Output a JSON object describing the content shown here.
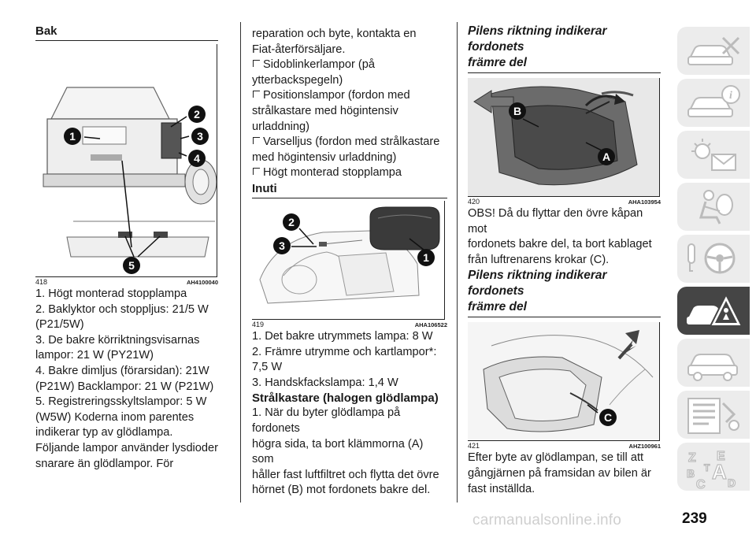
{
  "col1": {
    "heading": "Bak",
    "figure": {
      "number": "418",
      "code": "AH4100040",
      "callouts": [
        "1",
        "2",
        "3",
        "4",
        "5"
      ]
    },
    "lines": [
      "1. Högt monterad stopplampa",
      "2. Baklyktor och stoppljus: 21/5 W",
      "(P21/5W)",
      "3. De bakre körriktningsvisarnas",
      "lampor: 21 W (PY21W)",
      "4. Bakre dimljus (förarsidan): 21W",
      "(P21W) Backlampor: 21 W (P21W)",
      "5. Registreringsskyltslampor: 5 W",
      "(W5W) Koderna inom parentes",
      "indikerar typ av glödlampa.",
      "Följande lampor använder lysdioder",
      "snarare än glödlampor. För"
    ]
  },
  "col2": {
    "intro_lines": [
      "reparation och byte, kontakta en",
      "Fiat-återförsäljare."
    ],
    "bullets": [
      [
        "Sidoblinkerlampor (på",
        "ytterbackspegeln)"
      ],
      [
        "Positionslampor (fordon med",
        "strålkastare med högintensiv",
        "urladdning)"
      ],
      [
        "Varselljus (fordon med strålkastare",
        "med högintensiv urladdning)"
      ],
      [
        "Högt monterad stopplampa"
      ]
    ],
    "heading_inside": "Inuti",
    "figure": {
      "number": "419",
      "code": "AHA106522",
      "callouts": [
        "1",
        "2",
        "3"
      ]
    },
    "inside_lines": [
      "1. Det bakre utrymmets lampa: 8 W",
      "2. Främre utrymme och kartlampor*:",
      "7,5 W",
      "3. Handskfackslampa: 1,4 W"
    ],
    "heading_headlamp": "Strålkastare (halogen glödlampa)",
    "headlamp_lines": [
      "1. När du byter glödlampa på fordonets",
      "högra sida, ta bort klämmorna (A) som",
      "håller fast luftfiltret och flytta det övre",
      "hörnet (B) mot fordonets bakre del."
    ]
  },
  "col3": {
    "heading1": [
      "Pilens riktning indikerar fordonets",
      "främre del"
    ],
    "figure1": {
      "number": "420",
      "code": "AHA103954",
      "callouts": [
        "A",
        "B"
      ]
    },
    "obs_lines": [
      "OBS! Då du flyttar den övre kåpan mot",
      "fordonets bakre del, ta bort kablaget",
      "från luftrenarens krokar (C)."
    ],
    "heading2": [
      "Pilens riktning indikerar fordonets",
      "främre del"
    ],
    "figure2": {
      "number": "421",
      "code": "AHZ100961",
      "callouts": [
        "C"
      ]
    },
    "after_lines": [
      "Efter byte av glödlampan, se till att",
      "gångjärnen på framsidan av bilen är",
      "fast inställda."
    ]
  },
  "side_tabs": [
    {
      "icon": "car-info-icon"
    },
    {
      "icon": "car-i-icon"
    },
    {
      "icon": "warning-lights-icon"
    },
    {
      "icon": "airbag-person-icon"
    },
    {
      "icon": "steering-wheel-key-icon"
    },
    {
      "icon": "breakdown-warning-icon",
      "active": true
    },
    {
      "icon": "car-maintenance-icon"
    },
    {
      "icon": "specifications-list-icon"
    },
    {
      "icon": "index-letters-icon",
      "letters": [
        "Z",
        "E",
        "B",
        "A",
        "C",
        "T",
        "D"
      ]
    }
  ],
  "page_number": "239",
  "watermark": "carmanualsonline.info",
  "colors": {
    "text": "#1a1a1a",
    "tab": "#ececec",
    "tab_active": "#454545",
    "callout": "#111111"
  }
}
